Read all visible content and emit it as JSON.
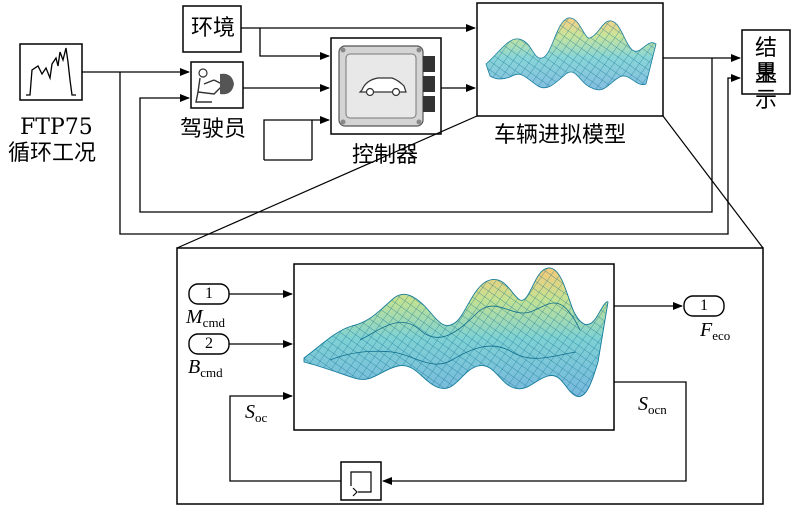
{
  "blocks": {
    "drive_cycle": {
      "line1": "FTP75",
      "line2": "循环工况"
    },
    "environment": "环境",
    "driver": "驾驶员",
    "controller": "控制器",
    "vehicle_model": "车辆进拟模型",
    "result_display": {
      "line1": "结果",
      "line2": "显示"
    }
  },
  "subsystem": {
    "inport_1": {
      "number": "1",
      "name": "M",
      "sub": "cmd"
    },
    "inport_2": {
      "number": "2",
      "name": "B",
      "sub": "cmd"
    },
    "outport_1": {
      "number": "1",
      "name": "F",
      "sub": "eco"
    },
    "state_in": {
      "name": "S",
      "sub": "oc"
    },
    "state_out": {
      "name": "S",
      "sub": "ocn"
    }
  },
  "colors": {
    "line": "#000000",
    "ecu": "#cfcfcf",
    "surface_low": "#1aa7c4",
    "surface_high": "#e0a12a"
  }
}
